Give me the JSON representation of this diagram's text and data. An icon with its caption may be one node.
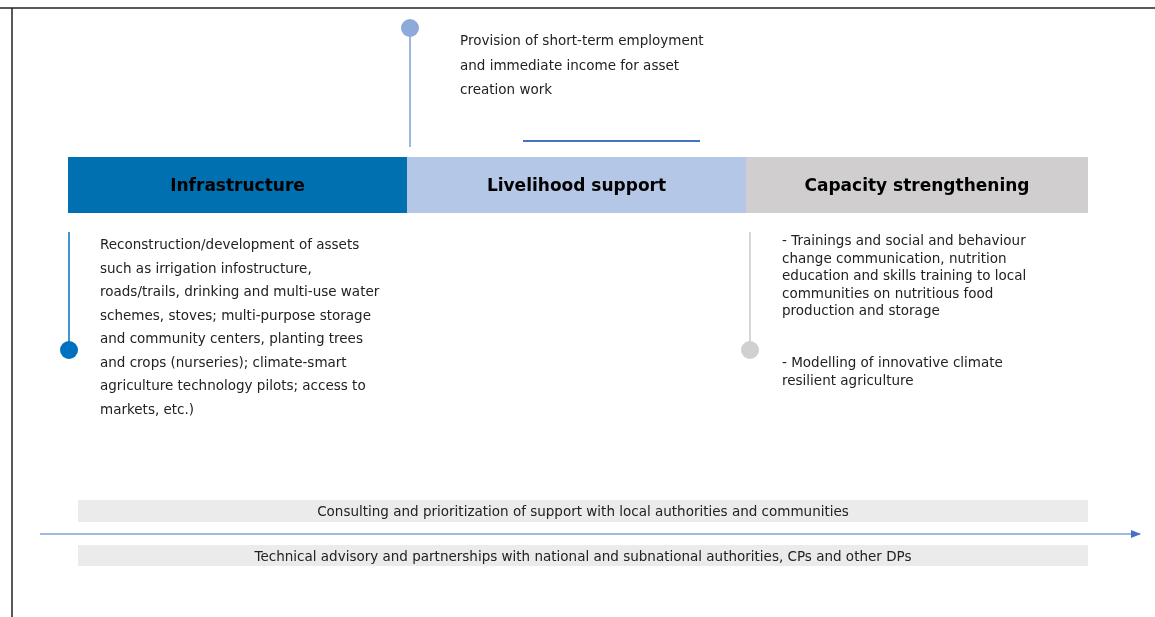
{
  "diagram": {
    "nodes": [
      {
        "text": [
          "Infrastructure"
        ]
      },
      {
        "text": [
          "Livelihood support"
        ]
      },
      {
        "text": [
          "Capacity strengthening"
        ]
      },
      {
        "text": [
          "Consulting and prioritization of support with local authorities and communities"
        ]
      },
      {
        "text": [
          "Technical advisory and partnerships with national and subnational authorities, CPs and other DPs"
        ]
      }
    ],
    "labels": [
      "Provision of short-term employment and immediate income for asset creation work",
      "Reconstruction/development of assets such as irrigation infostructure, roads/trails, drinking and multi-use water schemes, stoves; multi-purpose storage and community centers, planting trees and crops (nurseries); climate-smart agriculture technology pilots; access to markets, etc.)",
      "- Trainings and social and behaviour change communication, nutrition education and skills training to local communities on nutritious food production and storage",
      "- Modelling of innovative climate resilient agriculture"
    ]
  }
}
